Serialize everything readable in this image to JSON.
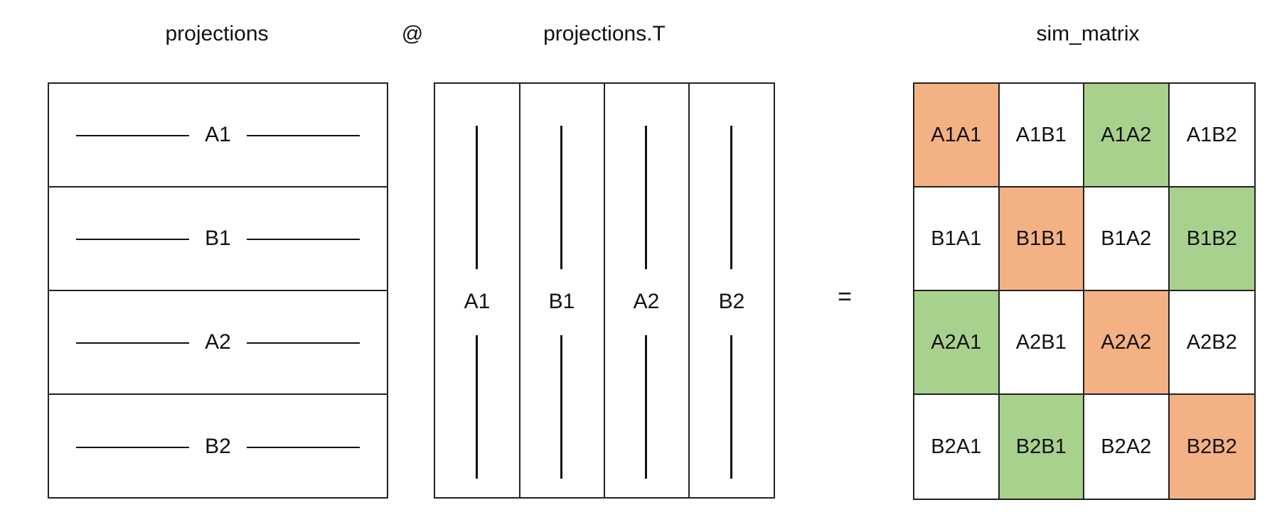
{
  "titles": {
    "projections": "projections",
    "operator": "@",
    "projections_T": "projections.T",
    "sim_matrix": "sim_matrix"
  },
  "equals": "=",
  "projections_rows": [
    "A1",
    "B1",
    "A2",
    "B2"
  ],
  "projections_T_cols": [
    "A1",
    "B1",
    "A2",
    "B2"
  ],
  "colors": {
    "diagonal": "#f4b183",
    "positive_pair": "#a9d18e",
    "other": "#ffffff",
    "border": "#222222"
  },
  "sim_matrix": {
    "cells": [
      [
        {
          "label": "A1A1",
          "type": "diagonal"
        },
        {
          "label": "A1B1",
          "type": "other"
        },
        {
          "label": "A1A2",
          "type": "positive_pair"
        },
        {
          "label": "A1B2",
          "type": "other"
        }
      ],
      [
        {
          "label": "B1A1",
          "type": "other"
        },
        {
          "label": "B1B1",
          "type": "diagonal"
        },
        {
          "label": "B1A2",
          "type": "other"
        },
        {
          "label": "B1B2",
          "type": "positive_pair"
        }
      ],
      [
        {
          "label": "A2A1",
          "type": "positive_pair"
        },
        {
          "label": "A2B1",
          "type": "other"
        },
        {
          "label": "A2A2",
          "type": "diagonal"
        },
        {
          "label": "A2B2",
          "type": "other"
        }
      ],
      [
        {
          "label": "B2A1",
          "type": "other"
        },
        {
          "label": "B2B1",
          "type": "positive_pair"
        },
        {
          "label": "B2A2",
          "type": "other"
        },
        {
          "label": "B2B2",
          "type": "diagonal"
        }
      ]
    ]
  }
}
